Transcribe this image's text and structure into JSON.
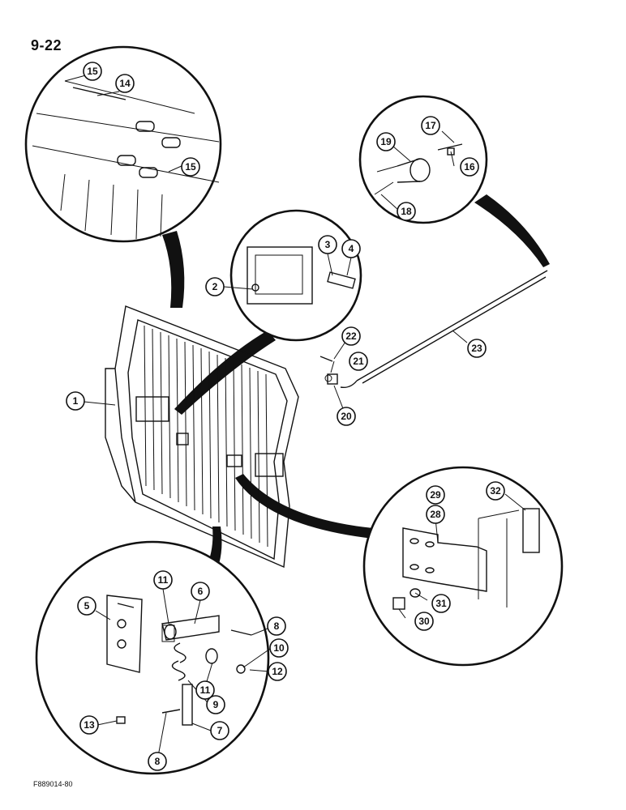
{
  "page_number": "9-22",
  "figure_code": "F889014-80",
  "callouts": [
    "1",
    "2",
    "3",
    "4",
    "5",
    "6",
    "7",
    "8",
    "9",
    "10",
    "11",
    "12",
    "13",
    "14",
    "15",
    "16",
    "17",
    "18",
    "19",
    "20",
    "21",
    "22",
    "23",
    "28",
    "29",
    "30",
    "31",
    "32"
  ]
}
